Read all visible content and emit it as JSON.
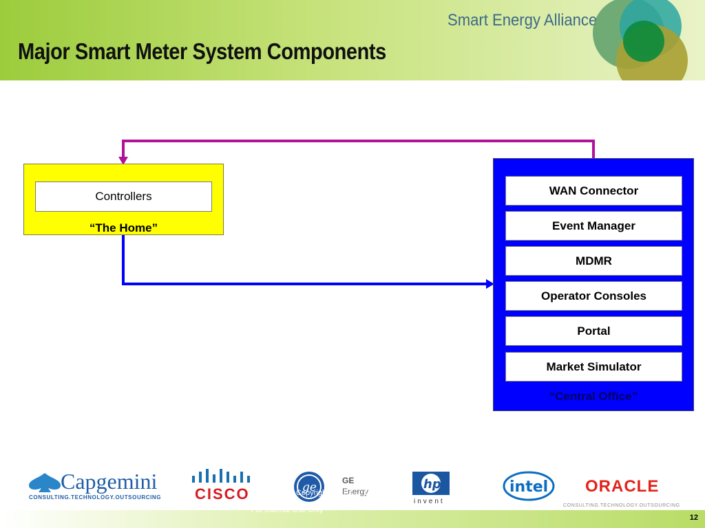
{
  "header": {
    "title": "Major Smart Meter System Components",
    "brand": "Smart Energy Alliance"
  },
  "home": {
    "item": "Controllers",
    "caption": "“The Home”"
  },
  "office": {
    "items": [
      "WAN Connector",
      "Event Manager",
      "MDMR",
      "Operator Consoles",
      "Portal",
      "Market Simulator"
    ],
    "caption": "“Central Office”"
  },
  "logos": {
    "capgemini": "Capgemini",
    "capgemini_tagline": "CONSULTING.TECHNOLOGY.OUTSOURCING",
    "cisco": "CISCO",
    "ge_name": "GE",
    "ge_sub": "Energy",
    "hp_tagline": "invent",
    "intel": "intel",
    "oracle": "ORACLE"
  },
  "footer": {
    "page_number": "12",
    "confidential": "For Internal Use Only",
    "overlap_text": "Copyright © SEA ... & Director"
  },
  "colors": {
    "home_fill": "#ffff00",
    "office_fill": "#0000ff",
    "arrow_top": "#b0129a",
    "arrow_bottom": "#0000ff"
  }
}
